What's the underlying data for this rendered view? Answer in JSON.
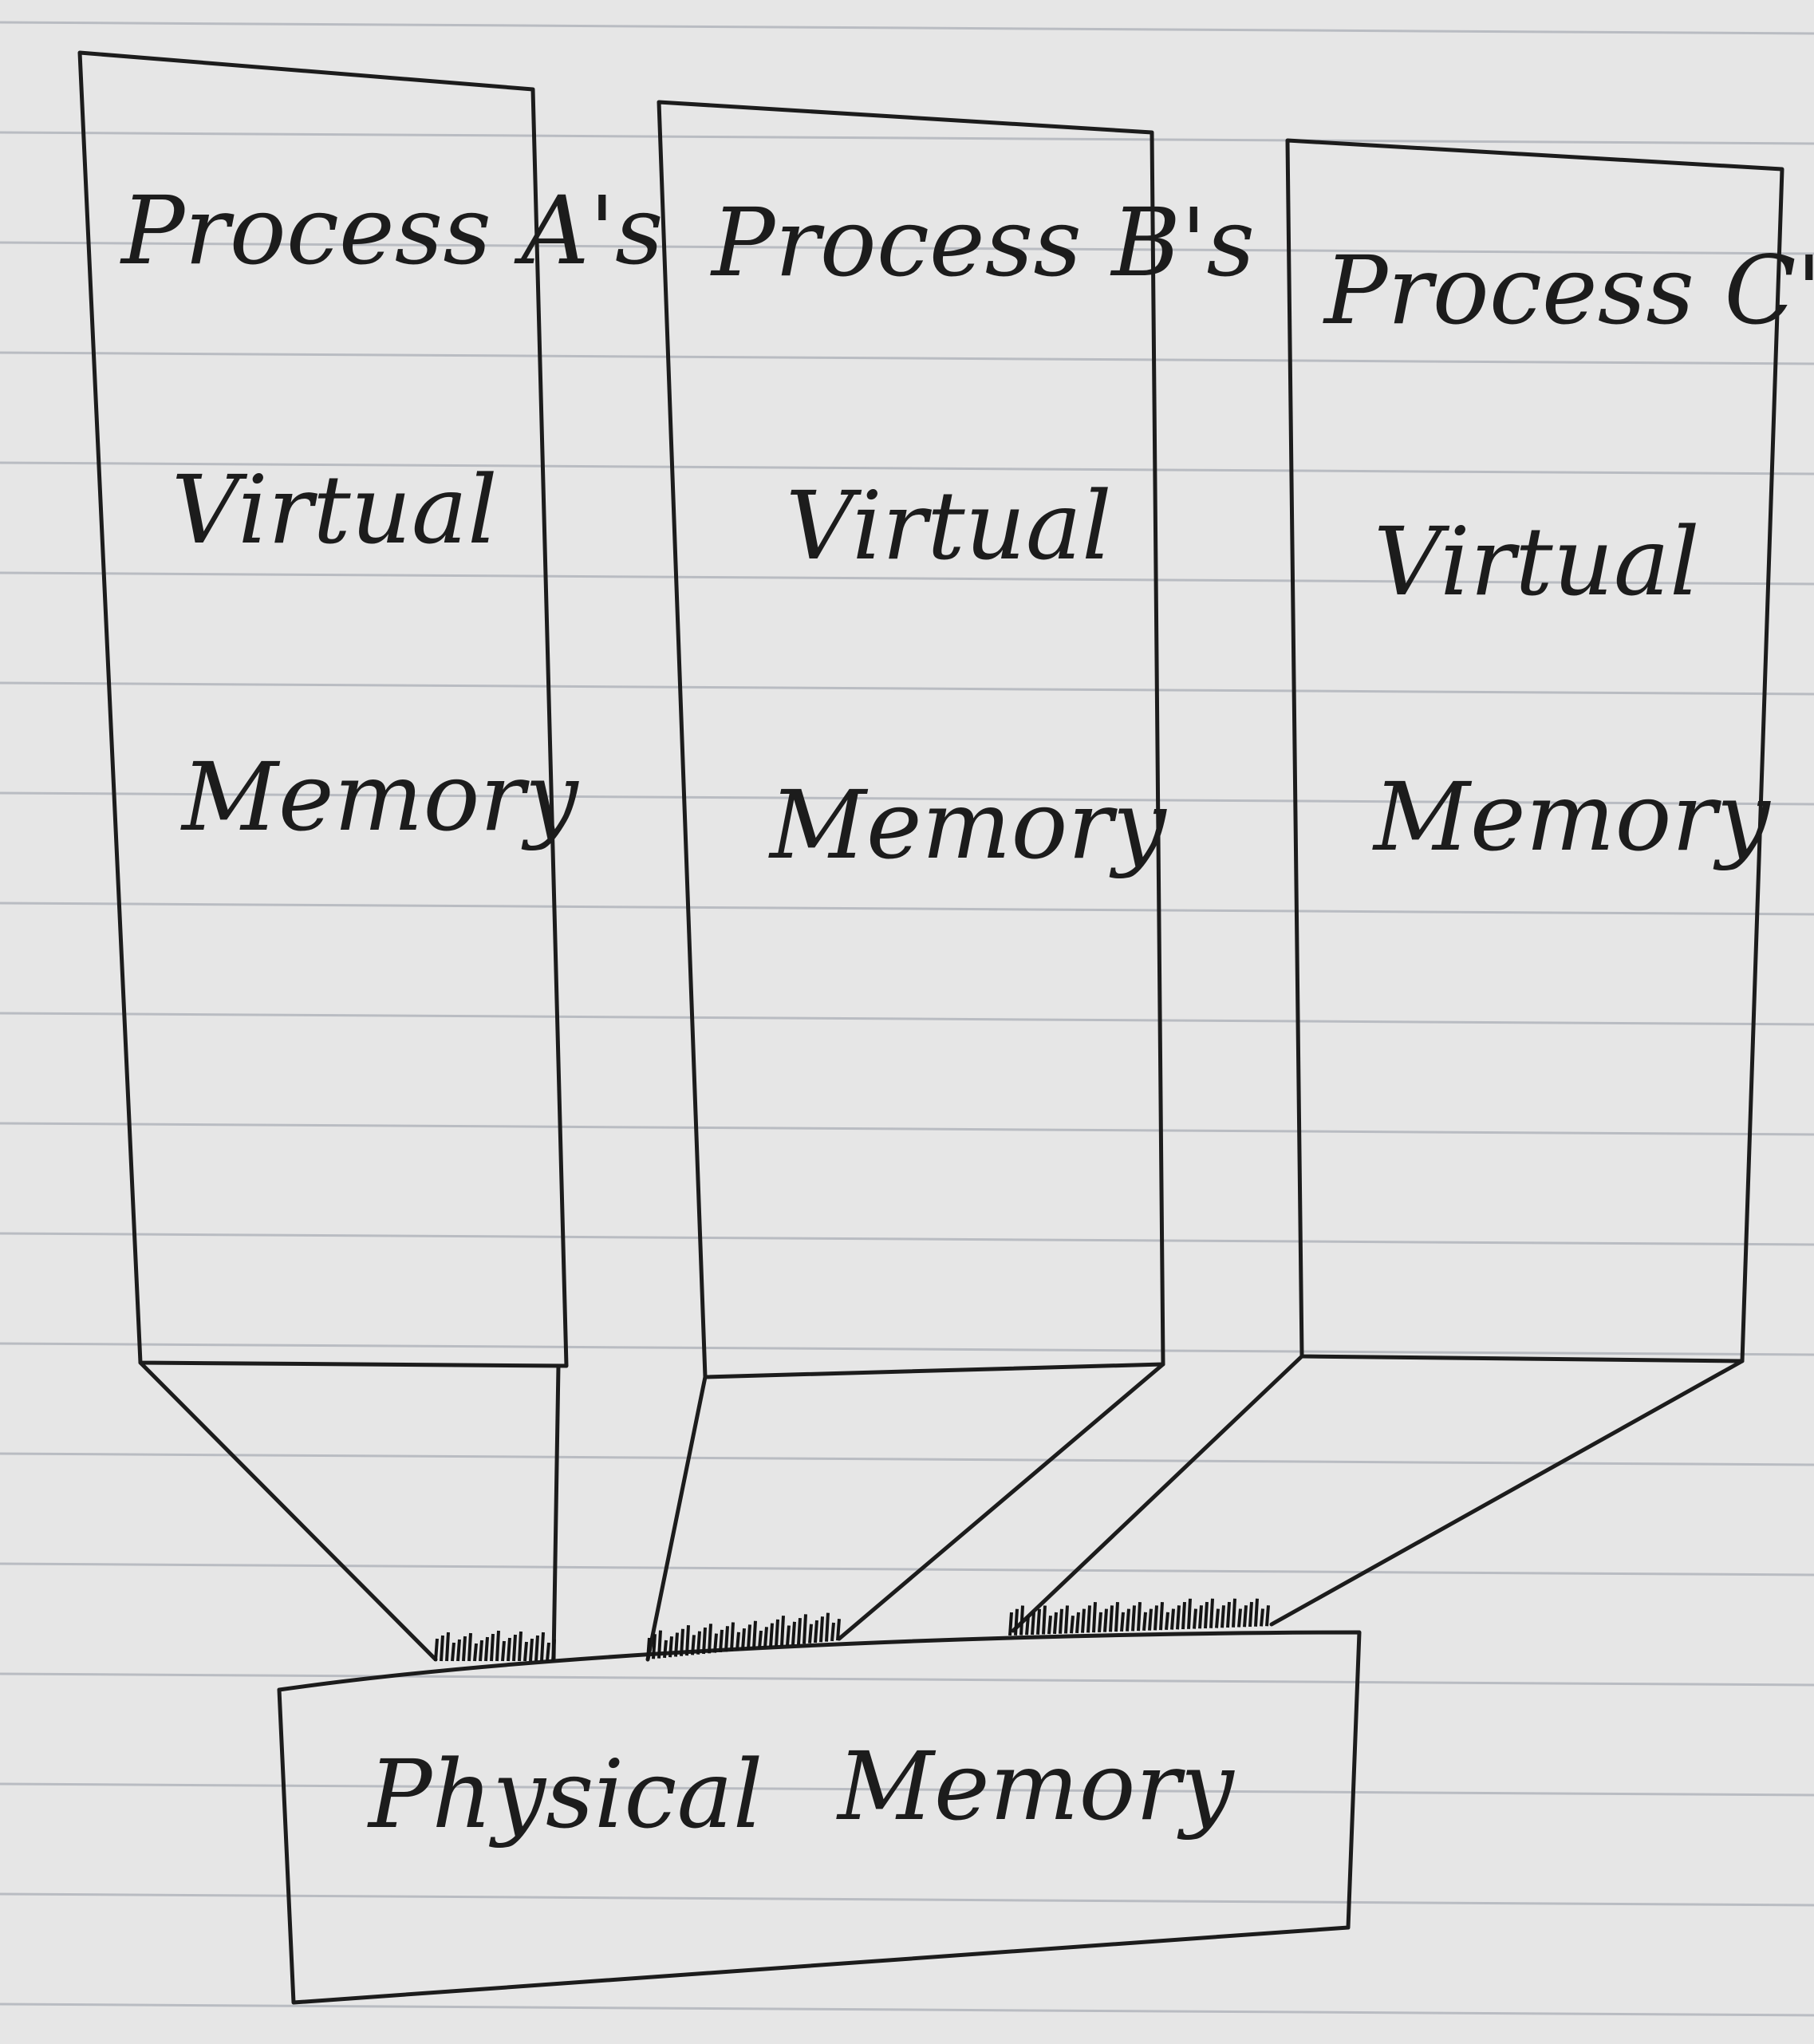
{
  "diagram": {
    "processes": [
      {
        "id": "A",
        "title": "Process A's",
        "line2": "Virtual",
        "line3": "Memory"
      },
      {
        "id": "B",
        "title": "Process B's",
        "line2": "Virtual",
        "line3": "Memory"
      },
      {
        "id": "C",
        "title": "Process C's",
        "line2": "Virtual",
        "line3": "Memory"
      }
    ],
    "physical": {
      "word1": "Physical",
      "word2": "Memory"
    }
  }
}
